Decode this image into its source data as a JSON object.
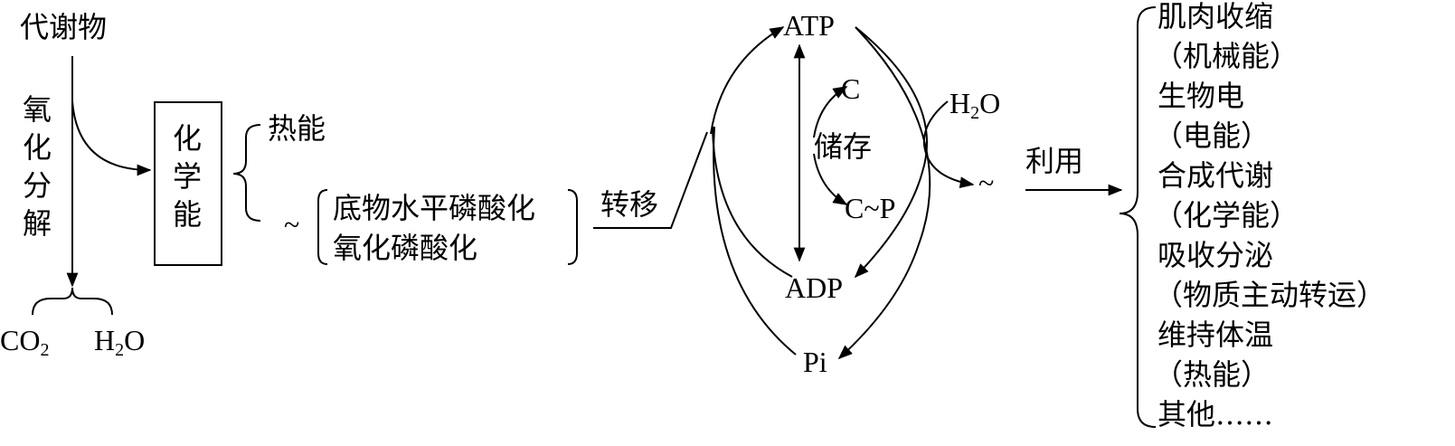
{
  "source": "代谢物",
  "oxidation": "氧化分解",
  "products": {
    "co2_main": "CO",
    "co2_sub": "2",
    "h2o_main": "H",
    "h2o_sub": "2",
    "h2o_tail": "O"
  },
  "chemical_energy": "化学能",
  "heat": "热能",
  "tilde": "~",
  "phosphorylation": [
    "底物水平磷酸化",
    "氧化磷酸化"
  ],
  "transfer": "转移",
  "atp": "ATP",
  "adp": "ADP",
  "pi": "Pi",
  "c": "C",
  "cp": "C~P",
  "storage": "储存",
  "hydrolysis_water": {
    "main": "H",
    "sub": "2",
    "tail": "O"
  },
  "tilde_after_hydrolysis": "~",
  "use": "利用",
  "uses": [
    "肌肉收缩",
    "（机械能）",
    "生物电",
    "（电能）",
    "合成代谢",
    "（化学能）",
    "吸收分泌",
    "（物质主动转运）",
    "维持体温",
    "（热能）",
    "其他……"
  ]
}
